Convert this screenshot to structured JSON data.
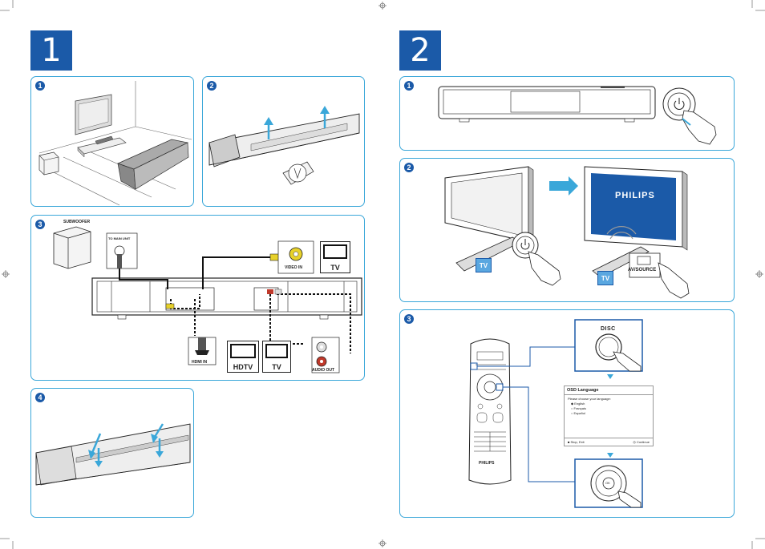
{
  "colors": {
    "brand_blue": "#1b5aa8",
    "panel_border": "#3aa7d9",
    "arrow_blue": "#3aa7d9"
  },
  "section1": {
    "step": "1"
  },
  "section2": {
    "step": "2"
  },
  "panels": {
    "p1_1": {
      "num": "1"
    },
    "p1_2": {
      "num": "2"
    },
    "p1_3": {
      "num": "3",
      "subwoofer": "SUBWOOFER",
      "to_main_unit": "TO MAIN UNIT",
      "video_in": "VIDEO IN",
      "tv1": "TV",
      "hdmi_in": "HDMI IN",
      "hdtv": "HDTV",
      "tv2": "TV",
      "audio_out": "AUDIO OUT"
    },
    "p1_4": {
      "num": "4"
    },
    "p2_1": {
      "num": "1"
    },
    "p2_2": {
      "num": "2",
      "brand": "PHILIPS",
      "tv_tag1": "TV",
      "tv_tag2": "TV",
      "av_source": "AV/SOURCE"
    },
    "p2_3": {
      "num": "3",
      "disc": "DISC",
      "ok": "OK",
      "remote_brand": "PHILIPS",
      "osd": {
        "title": "OSD Language",
        "prompt": "Please choose your language:",
        "options": [
          "English",
          "Français",
          "Español"
        ],
        "stop_exit": "Stop, Exit",
        "continue": "Continue"
      }
    }
  }
}
